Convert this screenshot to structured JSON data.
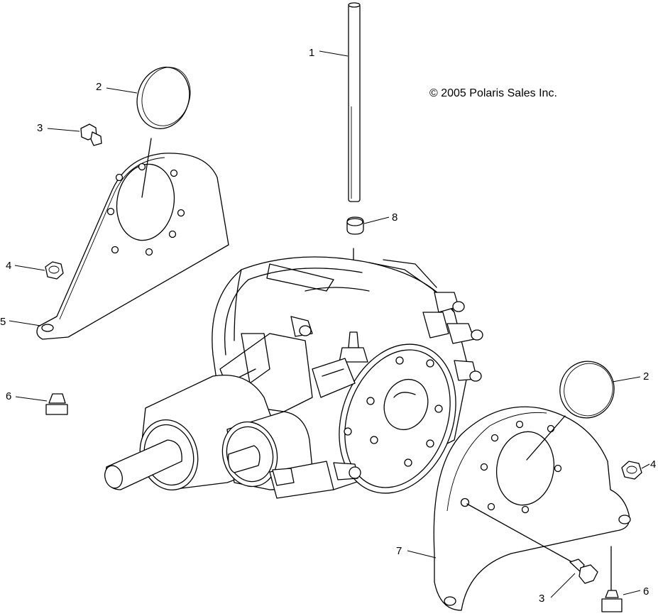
{
  "copyright": "© 2005 Polaris Sales Inc.",
  "callouts": {
    "c1": "1",
    "c2_top": "2",
    "c2_right": "2",
    "c3_top": "3",
    "c3_bottom": "3",
    "c4_left": "4",
    "c4_right": "4",
    "c5": "5",
    "c6_left": "6",
    "c6_right": "6",
    "c7": "7",
    "c8": "8"
  }
}
